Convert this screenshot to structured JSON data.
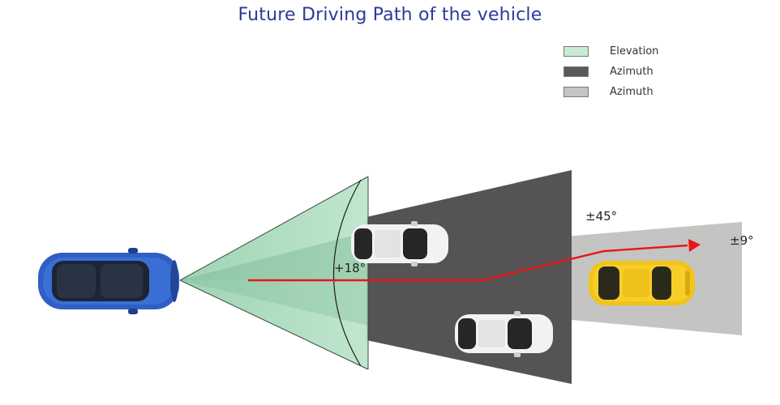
{
  "title": "Future Driving Path of the vehicle",
  "legend": {
    "items": [
      {
        "label": "Elevation",
        "color": "#c7ebd6"
      },
      {
        "label": "Azimuth",
        "color": "#5b5959"
      },
      {
        "label": "Azimuth",
        "color": "#c4c4c2"
      }
    ]
  },
  "angles": {
    "elevation": "+18°",
    "azimuth_wide": "±45°",
    "azimuth_narrow": "±9°"
  },
  "colors": {
    "title": "#2b3a9c",
    "elevation_cone": "#a9dcbd",
    "azimuth_wide": "#555353",
    "azimuth_narrow": "#c4c4c2",
    "path": "#e8171b",
    "ego_vehicle": "#2f5fc4",
    "other_vehicles": "#f2f2f2",
    "target_vehicle": "#f2c318"
  }
}
